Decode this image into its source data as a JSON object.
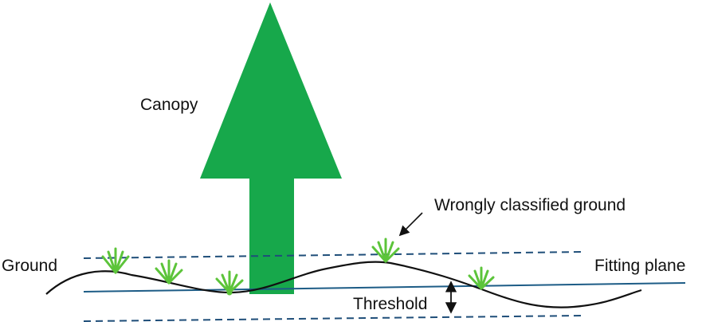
{
  "labels": {
    "canopy": "Canopy",
    "wrongly_classified": "Wrongly classified ground",
    "ground": "Ground",
    "fitting_plane": "Fitting plane",
    "threshold": "Threshold"
  },
  "colors": {
    "tree_green": "#17a84b",
    "grass_green": "#5cc43a",
    "plane_line": "#1d5c86",
    "dashed_line": "#1f4e79",
    "ground_line": "#111111",
    "arrow": "#111111"
  }
}
